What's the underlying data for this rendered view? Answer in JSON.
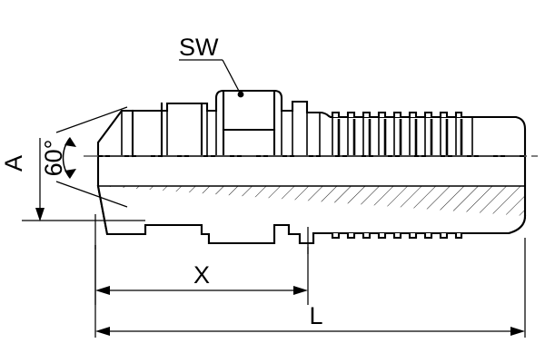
{
  "drawing": {
    "title": "Hydraulic hose fitting technical drawing",
    "type": "engineering-section-drawing",
    "background_color": "#ffffff",
    "line_color": "#000000",
    "centerline_color": "#555555",
    "labels": {
      "sw": "SW",
      "angle": "60°",
      "a": "A",
      "x": "X",
      "l": "L"
    },
    "annotations": [
      {
        "name": "sw",
        "text": "SW",
        "kind": "leader-label",
        "target": "hex-flat-width"
      },
      {
        "name": "angle",
        "text": "60°",
        "kind": "angular-dimension",
        "value": 60,
        "unit": "degrees"
      },
      {
        "name": "a",
        "text": "A",
        "kind": "linear-dimension",
        "orientation": "vertical"
      },
      {
        "name": "x",
        "text": "X",
        "kind": "linear-dimension",
        "orientation": "horizontal"
      },
      {
        "name": "l",
        "text": "L",
        "kind": "linear-dimension",
        "orientation": "horizontal"
      }
    ],
    "features": {
      "cone_angle_degrees": 60,
      "barb_serration_count": 9,
      "section_hatching": "45-degree",
      "half_section": "lower half sectioned, upper half external view"
    }
  }
}
